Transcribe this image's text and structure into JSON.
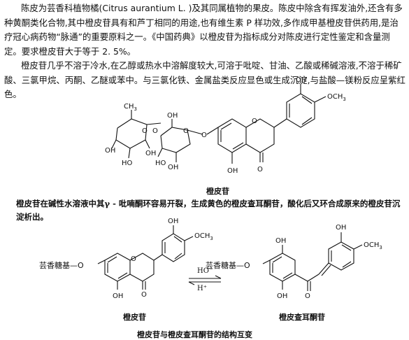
{
  "intro_paragraph": "陈皮为芸香科植物橘(Citrus aurantium L. )及其同属植物的果皮。陈皮中除含有挥发油外,还含有多种黄酮类化合物,其中橙皮苷具有和芦丁相同的用途,也有维生素 P 样功效,多作成甲基橙皮苷供药用,是治疗冠心病药物“脉通”的重要原料之一。《中国药典》以橙皮苷为指标成分对陈皮进行定性鉴定和含量测定。要求橙皮苷大于等于 2. 5%。",
  "property_paragraph": "橙皮苷几乎不溶于冷水,在乙醇或热水中溶解度较大,可溶于吡啶、甘油、乙酸或稀碱溶液,不溶于稀矿酸、三氯甲烷、丙酮、乙醚或苯中。与三氯化铁、金属盐类反应显色或生成沉淀,与盐酸—镁粉反应呈紫红色。",
  "figure1": {
    "caption": "橙皮苷",
    "atom_labels": {
      "oh": "OH",
      "ho": "HO",
      "och3": "OCH",
      "och3_sub": "3",
      "o": "O",
      "ch3": "CH",
      "ch3_sub": "3"
    }
  },
  "reaction_note": "橙皮苷在碱性水溶液中其γ - 吡喃酮环容易开裂，生成黄色的橙皮查耳酮苷，酸化后又环合成原来的橙皮苷沉淀析出。",
  "figure2": {
    "left_substituent": "芸香糖基—O",
    "right_substituent": "芸香糖基—O",
    "left_caption": "橙皮苷",
    "right_caption": "橙皮查耳酮苷",
    "forward_reagent": "HO⁻",
    "reverse_reagent": "H⁺",
    "caption": "橙皮苷与橙皮查耳酮苷的结构互变"
  }
}
